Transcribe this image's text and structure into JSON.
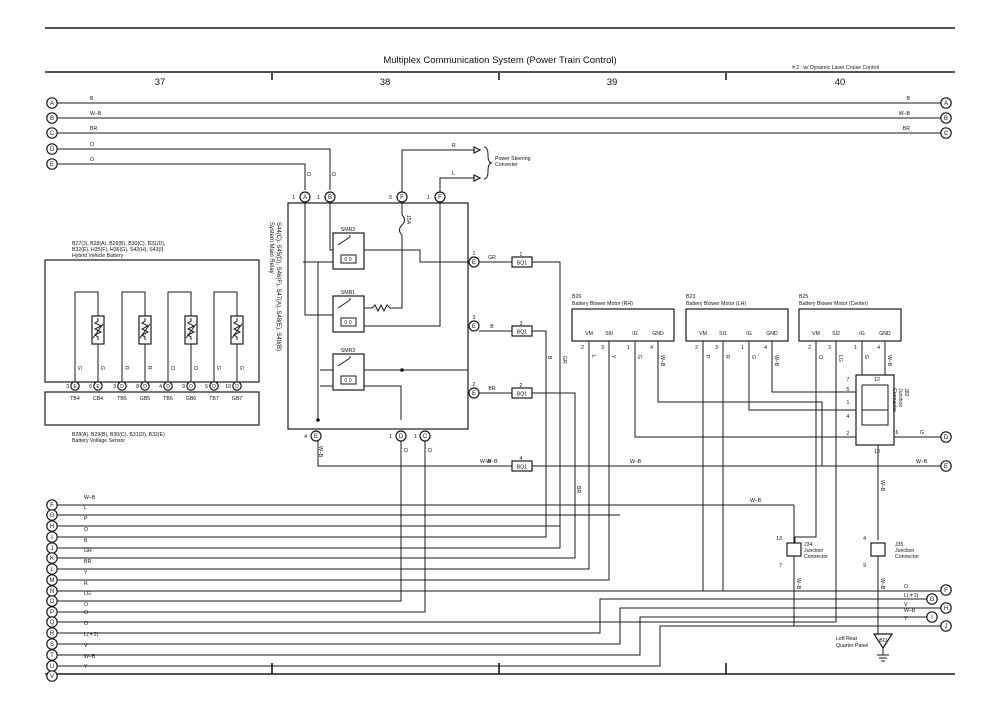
{
  "title": "Multiplex Communication System (Power Train Control)",
  "note": "＊2 : w/ Dynamic Laser Cruise Control",
  "columns": [
    "37",
    "38",
    "39",
    "40"
  ],
  "left_connectors": [
    "A",
    "B",
    "C",
    "D",
    "E",
    "F",
    "G",
    "H",
    "I",
    "J",
    "K",
    "L",
    "M",
    "N",
    "O",
    "P",
    "Q",
    "R",
    "S",
    "T",
    "U",
    "V"
  ],
  "right_connectors": [
    "A",
    "B",
    "C",
    "D",
    "E",
    "F",
    "G",
    "H",
    "I",
    "J"
  ],
  "bus_colors": {
    "A": "B",
    "B": "W–B",
    "C": "BR",
    "D": "O",
    "E": "O"
  },
  "relay": {
    "label": "S44(C), S45(D), S46(F), S47(A), S48(E), S49(B)\nSystem Main Relay",
    "smr": [
      "SMR2",
      "SMR1",
      "SMR3"
    ],
    "fuse": "15A",
    "coil": "0 0",
    "pins": {
      "A": "1",
      "B": "1",
      "F1": "5",
      "F2": "1",
      "E1": "1",
      "E2": "3",
      "E3": "2",
      "E4": "4",
      "D": "1",
      "C": "1"
    },
    "wires": {
      "A": "O",
      "B": "O",
      "E4": "W–B",
      "D": "O",
      "C": "O"
    }
  },
  "power_steering": {
    "label": "Power Steering\nConverter",
    "r": "R",
    "l": "L"
  },
  "bq1": [
    {
      "pin": "1",
      "code": "BQ1",
      "wire": "GR"
    },
    {
      "pin": "3",
      "code": "BQ1",
      "wire": "B"
    },
    {
      "pin": "2",
      "code": "BQ1",
      "wire": "BR"
    },
    {
      "pin": "4",
      "code": "BQ1",
      "wire": "W–B"
    }
  ],
  "battery": {
    "top_label": "B27(J), B28(A), B29(B), B30(C), B31(D),\nB32(E), H35(F), H36(G), S42(H), S43(I)\nHybrid Vehicle Battery",
    "bottom_label": "B28(A), B29(B), B30(C), B31(D), B32(E)\nBattery Voltage Sensor",
    "sensor_colors": [
      "G",
      "G",
      "R",
      "R",
      "O",
      "O",
      "G",
      "G"
    ],
    "terminals": [
      {
        "pin": "3",
        "conn": "E",
        "name": "TB4"
      },
      {
        "pin": "6",
        "conn": "E",
        "name": "CB4"
      },
      {
        "pin": "3",
        "conn": "D",
        "name": "TB5"
      },
      {
        "pin": "8",
        "conn": "D",
        "name": "GB5"
      },
      {
        "pin": "4",
        "conn": "D",
        "name": "TB6"
      },
      {
        "pin": "9",
        "conn": "D",
        "name": "GB6"
      },
      {
        "pin": "5",
        "conn": "D",
        "name": "TB7"
      },
      {
        "pin": "10",
        "conn": "D",
        "name": "GB7"
      }
    ]
  },
  "blowers": [
    {
      "code": "B26",
      "name": "Battery Blower Motor (RH)",
      "terms": [
        "VM",
        "SI0",
        "IG",
        "GND"
      ],
      "pins": [
        "2",
        "3",
        "1",
        "4"
      ],
      "wires": [
        "L",
        "Y",
        "G",
        "W–B"
      ]
    },
    {
      "code": "B23",
      "name": "Battery Blower Motor (LH)",
      "terms": [
        "VM",
        "SI1",
        "IG",
        "GND"
      ],
      "pins": [
        "2",
        "3",
        "1",
        "4"
      ],
      "wires": [
        "P",
        "R",
        "G",
        "W–B"
      ]
    },
    {
      "code": "B25",
      "name": "Battery Blower Motor (Center)",
      "terms": [
        "VM",
        "SI2",
        "IG",
        "GND"
      ],
      "pins": [
        "2",
        "3",
        "1",
        "4"
      ],
      "wires": [
        "O",
        "LG",
        "G",
        "W–B"
      ]
    }
  ],
  "j82": {
    "label": "J82\nJunction\nConnector",
    "pins": [
      "7",
      "12",
      "5",
      "1",
      "4",
      "2",
      "6",
      "13"
    ],
    "out": "G"
  },
  "j34": {
    "label": "J34\nJunction\nConnector",
    "top": "13",
    "bottom": "7",
    "wire": "W–B"
  },
  "j35": {
    "label": "J35\nJunction\nConnector",
    "top": "4",
    "bottom": "9",
    "wire": "W–B"
  },
  "ground": {
    "code": "BO",
    "label": "Left Rear\nQuarter Panel"
  },
  "left_wires": [
    "W–B",
    "L",
    "P",
    "O",
    "B",
    "GR",
    "BR",
    "Y",
    "R",
    "LG",
    "O",
    "O",
    "O",
    "L(＊2)",
    "V",
    "W–B",
    "Y"
  ],
  "right_wires": {
    "D": "G",
    "E": "W–B",
    "F": "O",
    "G": "L(＊2)",
    "H": "V",
    "H2": "W–B",
    "I": "Y"
  },
  "misc": {
    "grB": "B",
    "grGR": "GR",
    "br": "BR",
    "wb": "W–B"
  }
}
